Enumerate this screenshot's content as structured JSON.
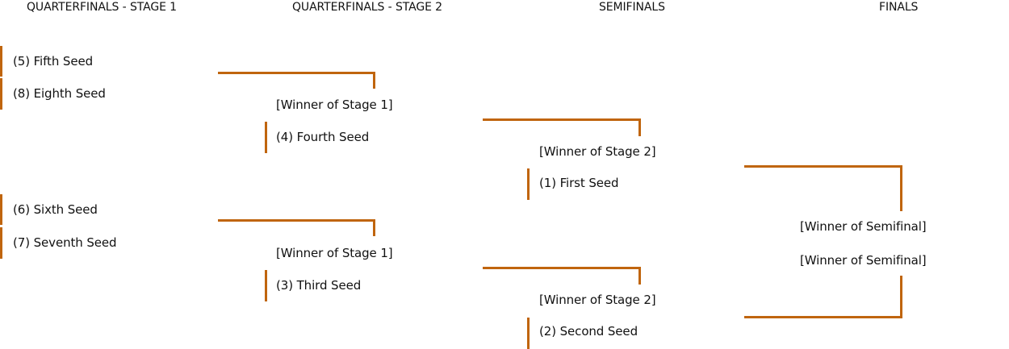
{
  "columns": [
    "QUARTERFINALS - STAGE 1",
    "QUARTERFINALS - STAGE 2",
    "SEMIFINALS",
    "FINALS"
  ],
  "stage1": {
    "match_a": [
      "(5) Fifth Seed",
      "(8) Eighth Seed"
    ],
    "match_b": [
      "(6) Sixth Seed",
      "(7) Seventh Seed"
    ]
  },
  "stage2": {
    "match_a": [
      "[Winner of Stage 1]",
      "(4) Fourth Seed"
    ],
    "match_b": [
      "[Winner of Stage 1]",
      "(3) Third Seed"
    ]
  },
  "semifinals": {
    "match_a": [
      "[Winner of Stage 2]",
      "(1) First Seed"
    ],
    "match_b": [
      "[Winner of Stage 2]",
      "(2) Second Seed"
    ]
  },
  "finals": {
    "match": [
      "[Winner of Semifinal]",
      "[Winner of Semifinal]"
    ]
  },
  "colors": {
    "bracket_line": "#c0650e",
    "text": "#111111",
    "background": "#ffffff"
  }
}
